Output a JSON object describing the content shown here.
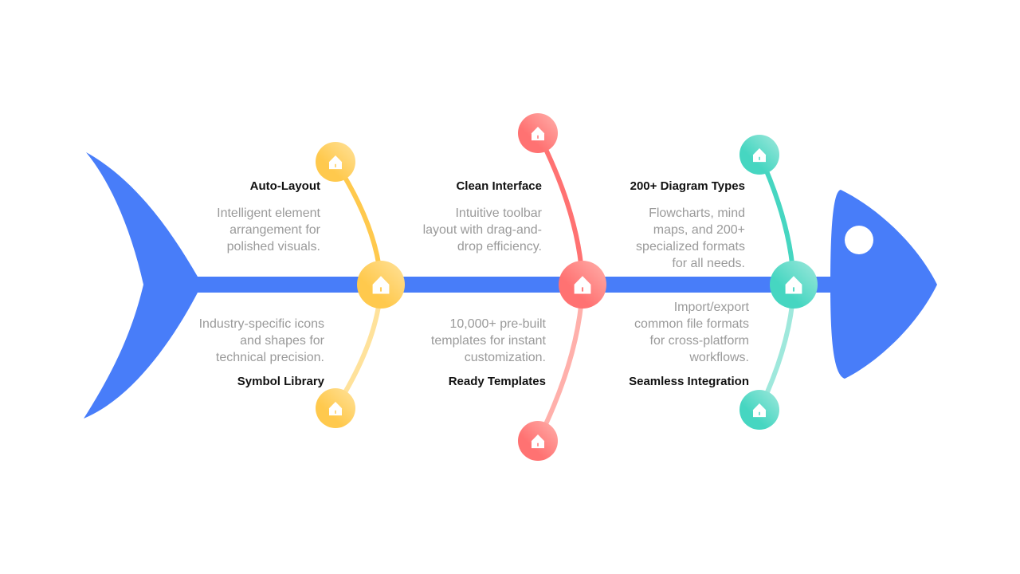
{
  "colors": {
    "spine": "#487df9",
    "background": "#ffffff",
    "title_text": "#111111",
    "desc_text": "#9a9a9a",
    "yellow_dark": "#ffc94d",
    "yellow_light": "#ffe29b",
    "red_dark": "#ff7272",
    "red_light": "#ffb0ab",
    "teal_dark": "#46d6c1",
    "teal_light": "#9fe8dc",
    "icon": "#ffffff"
  },
  "groups": [
    {
      "color_key": "yellow",
      "hub_icon": "home-icon",
      "top": {
        "title": "Auto-Layout",
        "desc": [
          "Intelligent element",
          "arrangement for",
          "polished visuals."
        ],
        "icon": "home-icon"
      },
      "bottom": {
        "title": "Symbol Library",
        "desc": [
          "Industry-specific icons",
          "and shapes for",
          "technical precision."
        ],
        "icon": "home-icon"
      }
    },
    {
      "color_key": "red",
      "hub_icon": "home-icon",
      "top": {
        "title": "Clean Interface",
        "desc": [
          "Intuitive toolbar",
          "layout with drag-and-",
          "drop efficiency."
        ],
        "icon": "home-icon"
      },
      "bottom": {
        "title": "Ready Templates",
        "desc": [
          "10,000+ pre-built",
          "templates for instant",
          "customization."
        ],
        "icon": "home-icon"
      }
    },
    {
      "color_key": "teal",
      "hub_icon": "home-icon",
      "top": {
        "title": "200+ Diagram Types",
        "desc": [
          "Flowcharts, mind",
          "maps, and 200+",
          "specialized formats",
          "for all needs."
        ],
        "icon": "home-icon"
      },
      "bottom": {
        "title": "Seamless Integration",
        "desc": [
          "Import/export",
          "common file formats",
          "for cross-platform",
          "workflows."
        ],
        "icon": "home-icon"
      }
    }
  ]
}
